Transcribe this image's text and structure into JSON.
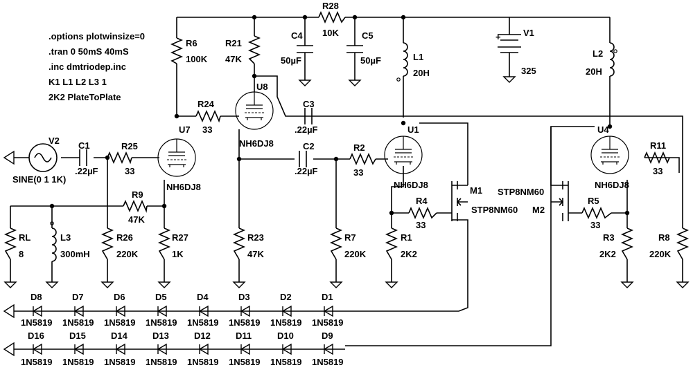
{
  "directives": [
    ".options plotwinsize=0",
    ".tran 0 50mS 40mS",
    ".inc dmtriodep.inc",
    "K1 L1 L2 L3 1",
    "2K2 PlateToPlate"
  ],
  "resistors": {
    "R28": {
      "ref": "R28",
      "value": "10K"
    },
    "R6": {
      "ref": "R6",
      "value": "100K"
    },
    "R21": {
      "ref": "R21",
      "value": "47K"
    },
    "R24": {
      "ref": "R24",
      "value": "33"
    },
    "R25": {
      "ref": "R25",
      "value": "33"
    },
    "R9": {
      "ref": "R9",
      "value": "47K"
    },
    "R2": {
      "ref": "R2",
      "value": "33"
    },
    "R4": {
      "ref": "R4",
      "value": "33"
    },
    "R11": {
      "ref": "R11",
      "value": "33"
    },
    "R5": {
      "ref": "R5",
      "value": "33"
    },
    "RL": {
      "ref": "RL",
      "value": "8"
    },
    "R26": {
      "ref": "R26",
      "value": "220K"
    },
    "R27": {
      "ref": "R27",
      "value": "1K"
    },
    "R23": {
      "ref": "R23",
      "value": "47K"
    },
    "R7": {
      "ref": "R7",
      "value": "220K"
    },
    "R1": {
      "ref": "R1",
      "value": "2K2"
    },
    "R3": {
      "ref": "R3",
      "value": "2K2"
    },
    "R8": {
      "ref": "R8",
      "value": "220K"
    }
  },
  "capacitors": {
    "C4": {
      "ref": "C4",
      "value": "50µF"
    },
    "C5": {
      "ref": "C5",
      "value": "50µF"
    },
    "C1": {
      "ref": "C1",
      "value": ".22µF"
    },
    "C3": {
      "ref": "C3",
      "value": ".22µF"
    },
    "C2": {
      "ref": "C2",
      "value": ".22µF"
    }
  },
  "inductors": {
    "L1": {
      "ref": "L1",
      "value": "20H"
    },
    "L2": {
      "ref": "L2",
      "value": "20H"
    },
    "L3": {
      "ref": "L3",
      "value": "300mH"
    }
  },
  "sources": {
    "V1": {
      "ref": "V1",
      "value": "325"
    },
    "V2": {
      "ref": "V2",
      "value": "SINE(0 1 1K)"
    }
  },
  "tubes": {
    "U8": {
      "ref": "U8",
      "model": "NH6DJ8"
    },
    "U7": {
      "ref": "U7",
      "model": "NH6DJ8"
    },
    "U1": {
      "ref": "U1",
      "model": "NH6DJ8"
    },
    "U4": {
      "ref": "U4",
      "model": "NH6DJ8"
    }
  },
  "mosfets": {
    "M1": {
      "ref": "M1",
      "model": "STP8NM60"
    },
    "M2": {
      "ref": "M2",
      "model": "STP8NM60"
    }
  },
  "diodes_row1": [
    {
      "ref": "D8",
      "model": "1N5819"
    },
    {
      "ref": "D7",
      "model": "1N5819"
    },
    {
      "ref": "D6",
      "model": "1N5819"
    },
    {
      "ref": "D5",
      "model": "1N5819"
    },
    {
      "ref": "D4",
      "model": "1N5819"
    },
    {
      "ref": "D3",
      "model": "1N5819"
    },
    {
      "ref": "D2",
      "model": "1N5819"
    },
    {
      "ref": "D1",
      "model": "1N5819"
    }
  ],
  "diodes_row2": [
    {
      "ref": "D16",
      "model": "1N5819"
    },
    {
      "ref": "D15",
      "model": "1N5819"
    },
    {
      "ref": "D14",
      "model": "1N5819"
    },
    {
      "ref": "D13",
      "model": "1N5819"
    },
    {
      "ref": "D12",
      "model": "1N5819"
    },
    {
      "ref": "D11",
      "model": "1N5819"
    },
    {
      "ref": "D10",
      "model": "1N5819"
    },
    {
      "ref": "D9",
      "model": "1N5819"
    }
  ]
}
